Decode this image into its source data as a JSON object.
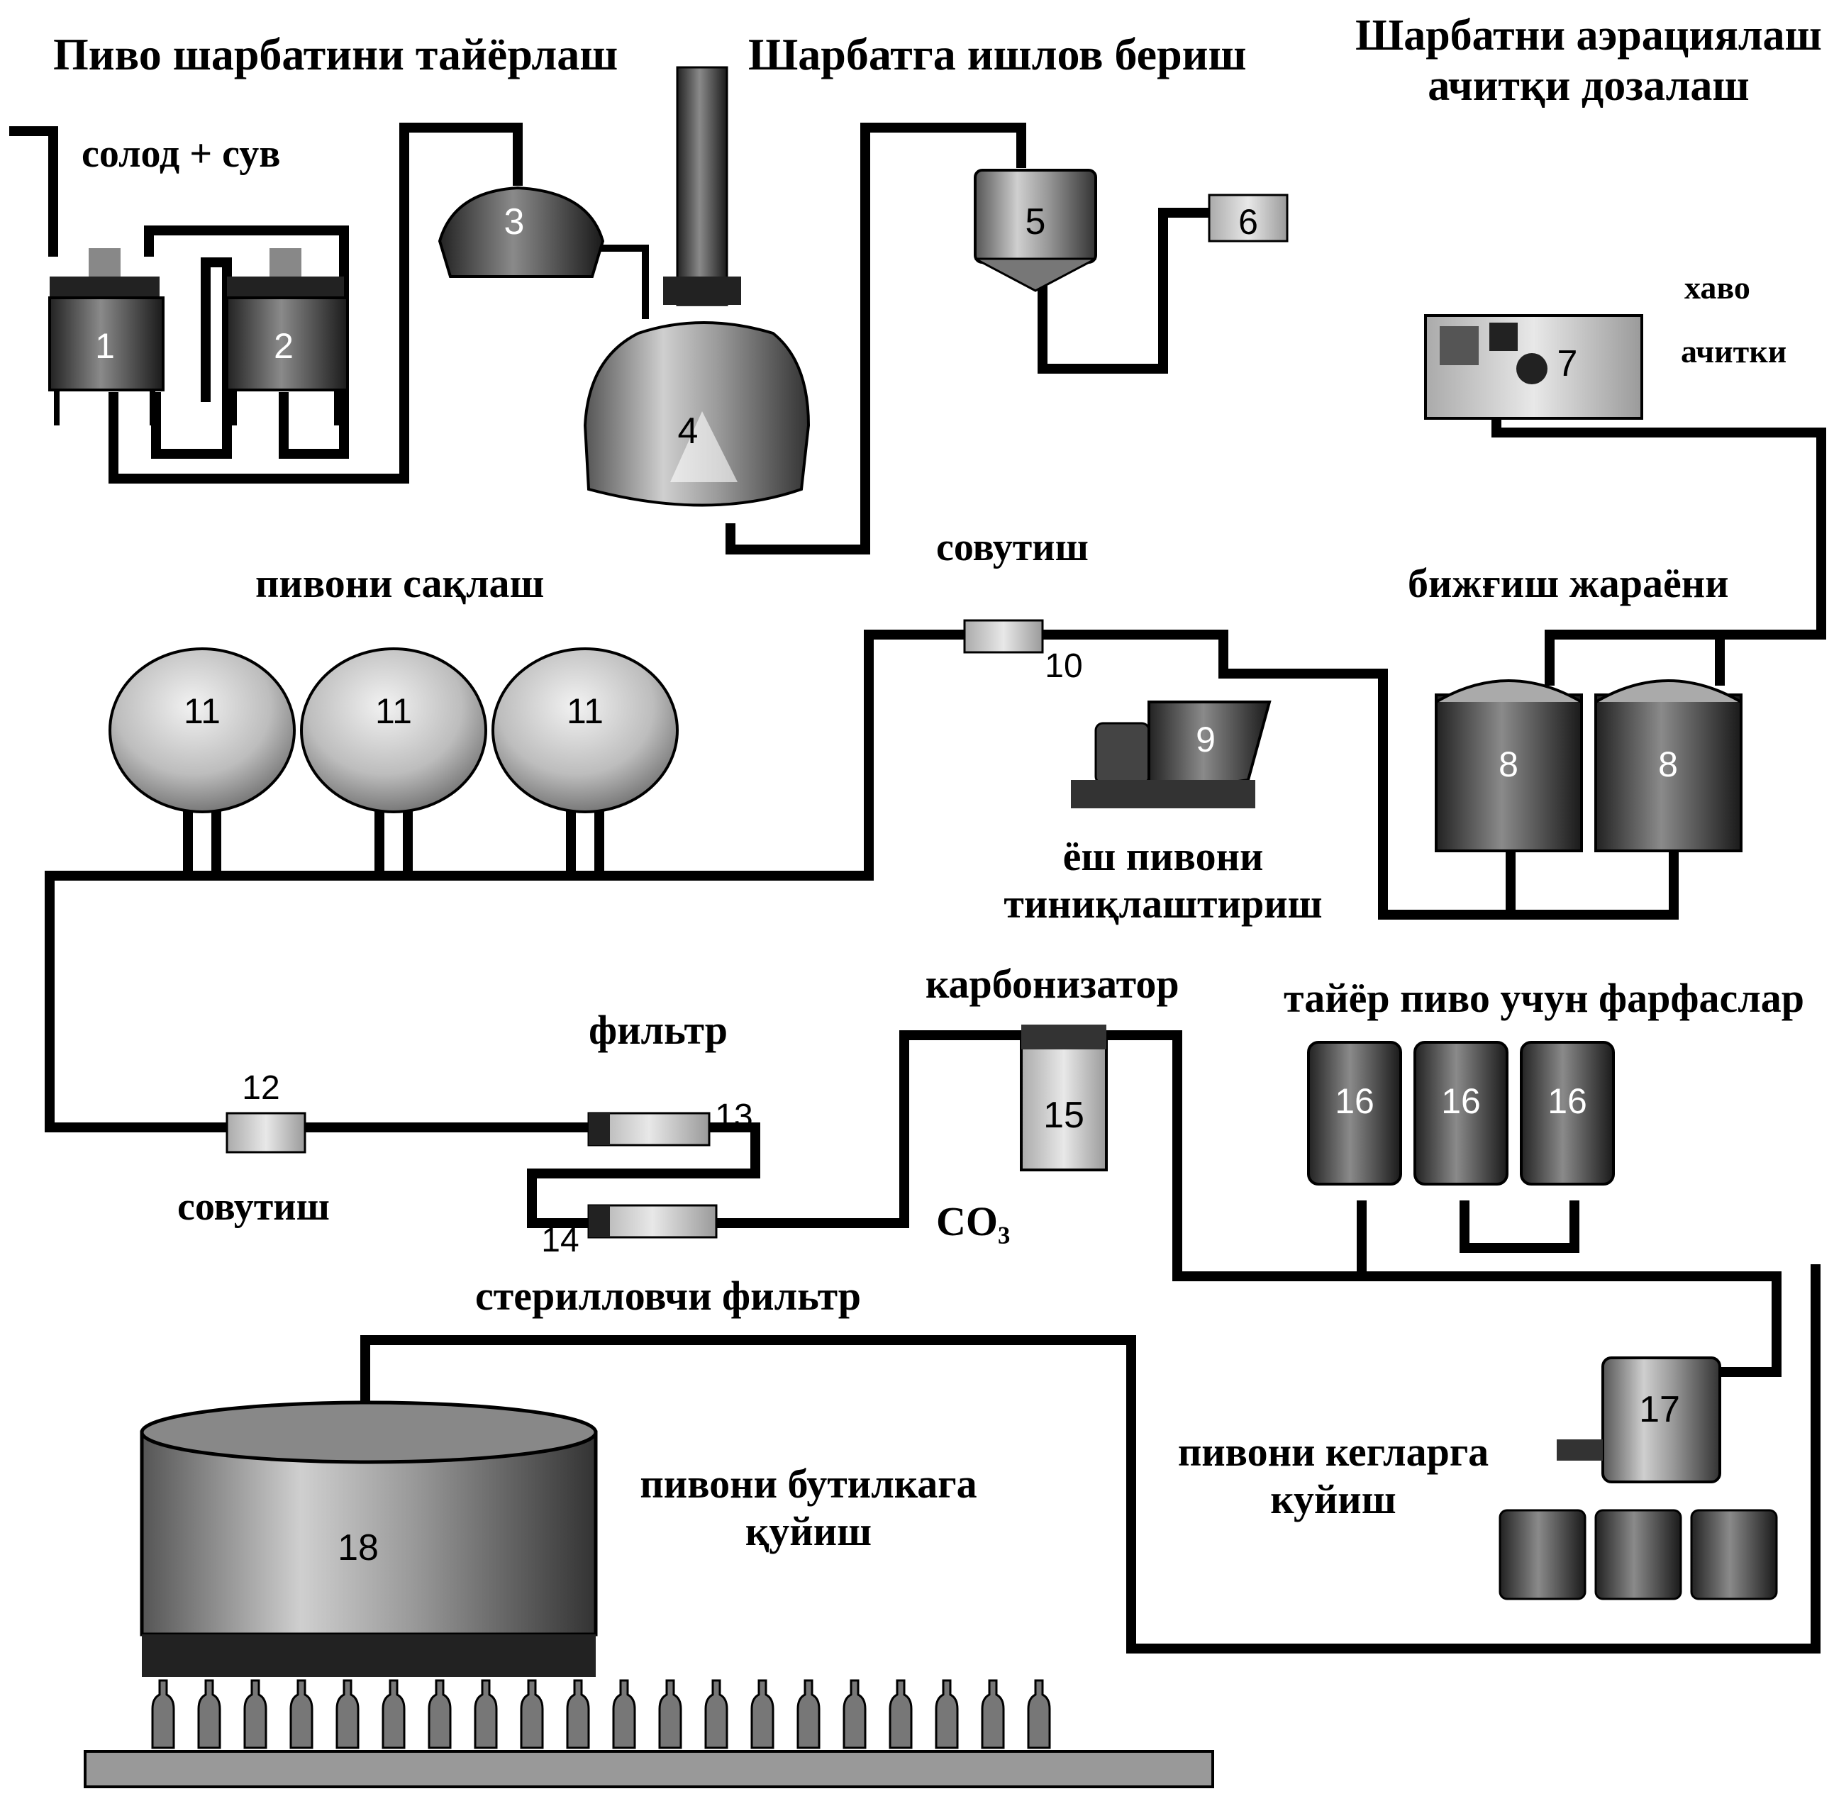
{
  "titles": {
    "wort_preparation": "Пиво шарбатини тайёрлаш",
    "wort_boiling": "Шарбатга ишлов бериш",
    "aeration_line1": "Шарбатни аэрациялаш",
    "aeration_line2": "ачитқи дозалаш"
  },
  "labels": {
    "malt_water": "солод + сув",
    "air": "хаво",
    "yeast": "ачитки",
    "cooling_top": "совутиш",
    "fermentation": "бижғиш жараёни",
    "storage": "пивони сақлаш",
    "clarification_line1": "ёш пивони",
    "clarification_line2": "тиниқлаштириш",
    "carbonator": "карбонизатор",
    "finished_tanks": "тайёр пиво учун фарфаслар",
    "filter": "фильтр",
    "cooling_bottom": "совутиш",
    "co2": "CO₃",
    "sterile_filter": "стерилловчи фильтр",
    "keg_line1": "пивони кегларга",
    "keg_line2": "куйиш",
    "bottle_line1": "пивони бутилкага",
    "bottle_line2": "қуйиш"
  },
  "units": [
    "1",
    "2",
    "3",
    "4",
    "5",
    "6",
    "7",
    "8",
    "8",
    "9",
    "10",
    "11",
    "11",
    "11",
    "12",
    "13",
    "14",
    "15",
    "16",
    "16",
    "16",
    "17",
    "18"
  ]
}
